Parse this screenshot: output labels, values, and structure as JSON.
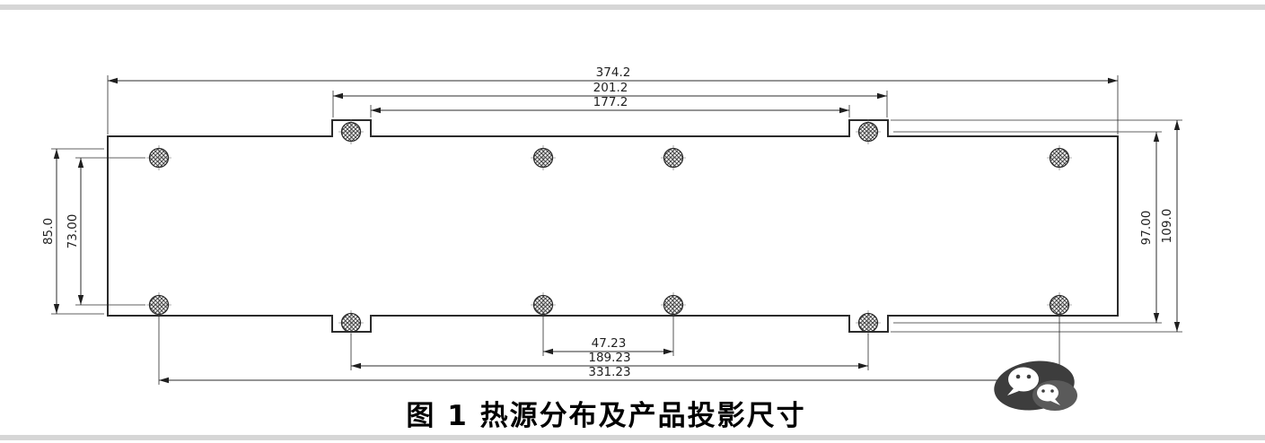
{
  "figure": {
    "caption": "图 1 热源分布及产品投影尺寸"
  },
  "dimensions": {
    "top": {
      "total": "374.2",
      "outer": "201.2",
      "inner": "177.2"
    },
    "left": {
      "outer": "85.0",
      "inner": "73.00"
    },
    "right": {
      "inner": "97.00",
      "outer": "109.0"
    },
    "bottom": {
      "inner": "47.23",
      "middle": "189.23",
      "outer": "331.23"
    }
  },
  "icons": {
    "wechat": "wechat-icon"
  },
  "colors": {
    "outline": "#2b2b2b",
    "dimension_line": "#2b2b2b",
    "dimension_text": "#1f1f1f",
    "divider": "#d6d6d6",
    "background": "#ffffff",
    "watermark_blob": "#3d3d3d"
  }
}
